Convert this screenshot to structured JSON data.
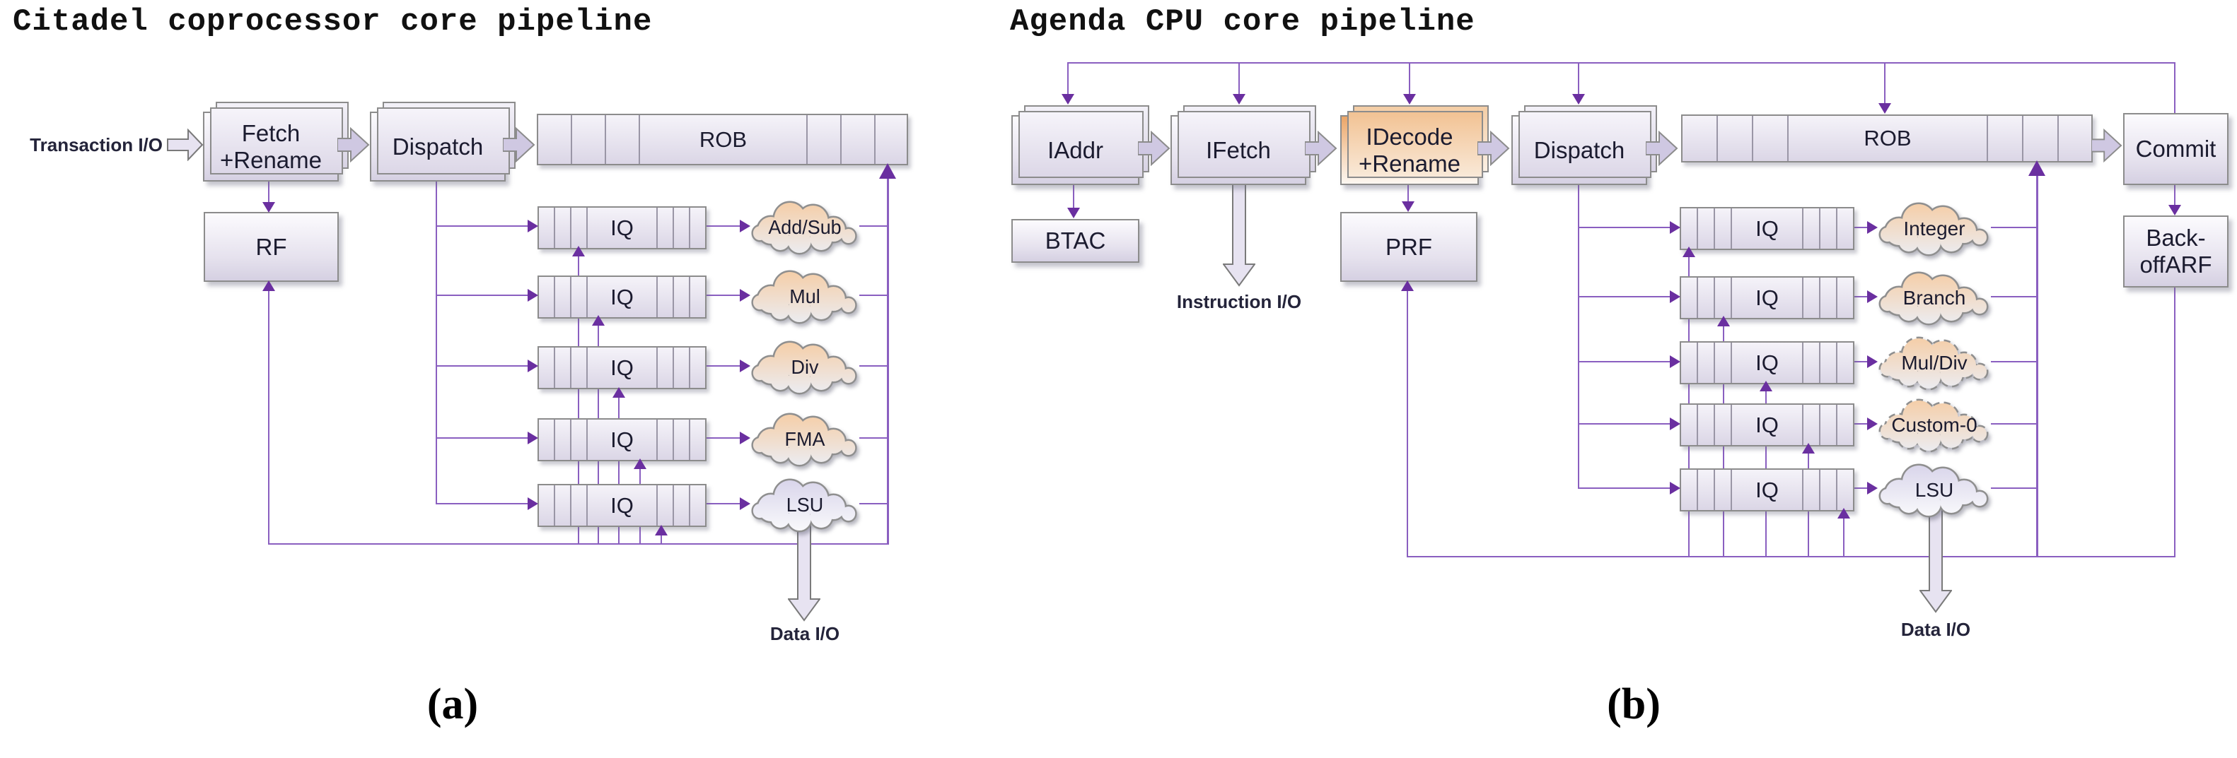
{
  "colors": {
    "line_purple": "#8a5fc0",
    "arrowhead_purple": "#6a2fa0",
    "box_lavender": "#dcd7e6",
    "block_arrow_fill": "#cfc8e2",
    "highlight_orange": "#eba566",
    "cloud_orange": "#f5cda6",
    "cloud_lavender": "#dcd9ee"
  },
  "diagram_a": {
    "title": "Citadel coprocessor core pipeline",
    "caption": "(a)",
    "input_io": "Transaction I/O",
    "data_io": "Data I/O",
    "stages": {
      "fetch_rename_l1": "Fetch +",
      "fetch_rename_l2": "Rename",
      "dispatch": "Dispatch",
      "rob": "ROB",
      "rf": "RF"
    },
    "rows": [
      {
        "iq": "IQ",
        "unit": "Add/Sub"
      },
      {
        "iq": "IQ",
        "unit": "Mul"
      },
      {
        "iq": "IQ",
        "unit": "Div"
      },
      {
        "iq": "IQ",
        "unit": "FMA"
      },
      {
        "iq": "IQ",
        "unit": "LSU"
      }
    ]
  },
  "diagram_b": {
    "title": "Agenda CPU core pipeline",
    "caption": "(b)",
    "instruction_io": "Instruction I/O",
    "data_io": "Data I/O",
    "stages": {
      "iaddr": "IAddr",
      "ifetch": "IFetch",
      "idecode_l1": "IDecode +",
      "idecode_l2": "Rename",
      "dispatch": "Dispatch",
      "rob": "ROB",
      "commit": "Commit",
      "btac": "BTAC",
      "prf": "PRF",
      "backoff_l1": "Back-off",
      "backoff_l2": "ARF"
    },
    "rows": [
      {
        "iq": "IQ",
        "unit": "Integer",
        "style": "solid"
      },
      {
        "iq": "IQ",
        "unit": "Branch",
        "style": "solid"
      },
      {
        "iq": "IQ",
        "unit": "Mul/Div",
        "style": "dashed"
      },
      {
        "iq": "IQ",
        "unit": "Custom-0",
        "style": "dashed"
      },
      {
        "iq": "IQ",
        "unit": "LSU",
        "style": "solid"
      }
    ]
  }
}
